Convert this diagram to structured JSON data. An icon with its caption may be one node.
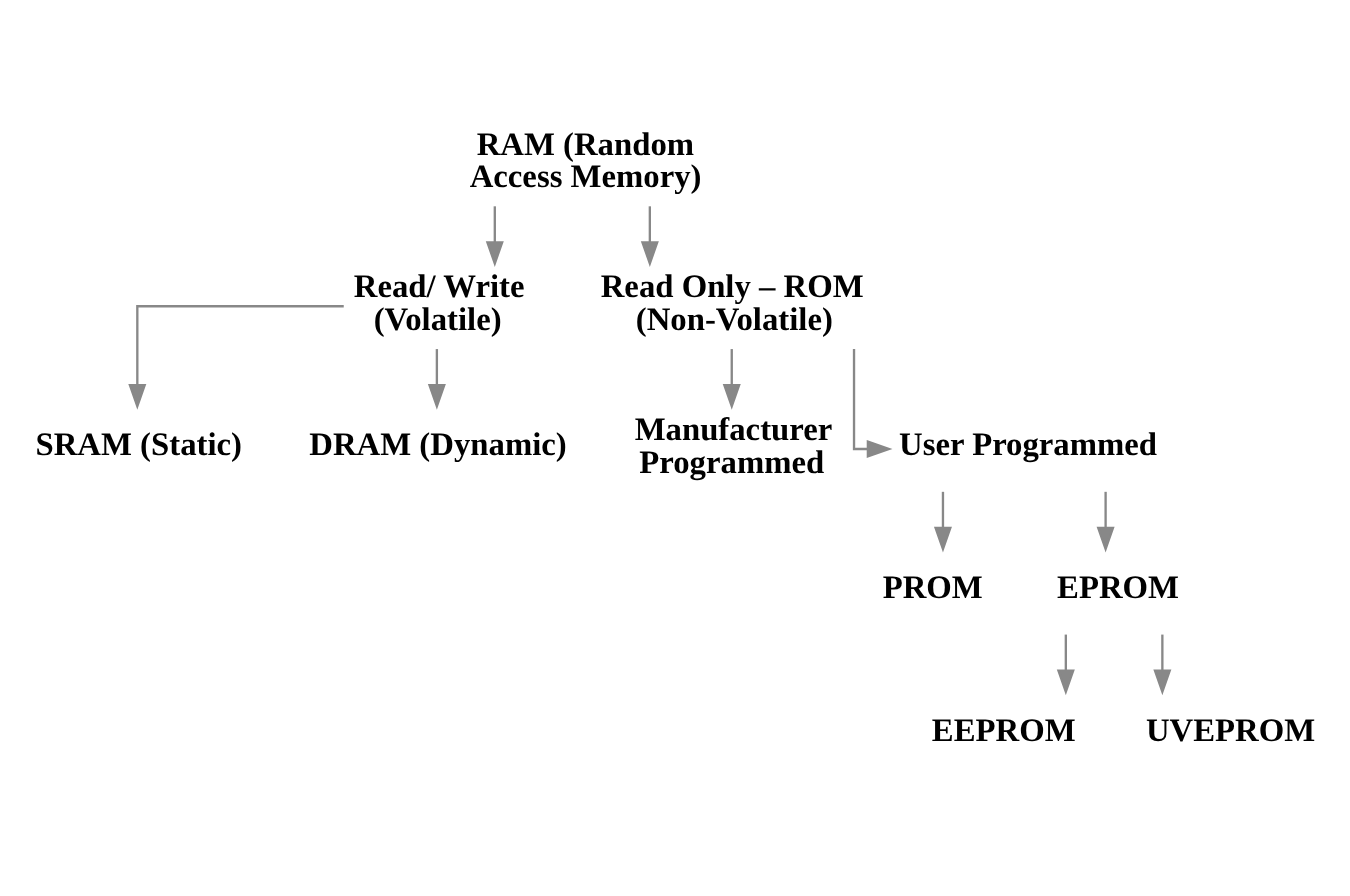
{
  "diagram": {
    "nodes": [
      {
        "text": [
          "RAM (Random Access Memory)"
        ]
      },
      {
        "text": [
          "Read/ Write (Volatile)"
        ]
      },
      {
        "text": [
          "Read Only – ROM (Non-Volatile)"
        ]
      },
      {
        "text": [
          "SRAM (Static)"
        ]
      },
      {
        "text": [
          "DRAM (Dynamic)"
        ]
      },
      {
        "text": [
          "Manufacturer Programmed"
        ]
      },
      {
        "text": [
          "User Programmed"
        ]
      },
      {
        "text": [
          "PROM"
        ]
      },
      {
        "text": [
          "EPROM"
        ]
      },
      {
        "text": [
          "EEPROM"
        ]
      },
      {
        "text": [
          "UVEPROM"
        ]
      }
    ],
    "edges": [
      {
        "from": 0,
        "to": 1,
        "arrow": "to"
      },
      {
        "from": 0,
        "to": 2,
        "arrow": "to"
      },
      {
        "from": 1,
        "to": 3,
        "arrow": "to"
      },
      {
        "from": 1,
        "to": 4,
        "arrow": "to"
      },
      {
        "from": 2,
        "to": 5,
        "arrow": "to"
      },
      {
        "from": 2,
        "to": 6,
        "arrow": "to"
      },
      {
        "from": 6,
        "to": 7,
        "arrow": "to"
      },
      {
        "from": 6,
        "to": 8,
        "arrow": "to"
      },
      {
        "from": 8,
        "to": 9,
        "arrow": "to"
      },
      {
        "from": 8,
        "to": 10,
        "arrow": "to"
      }
    ]
  }
}
